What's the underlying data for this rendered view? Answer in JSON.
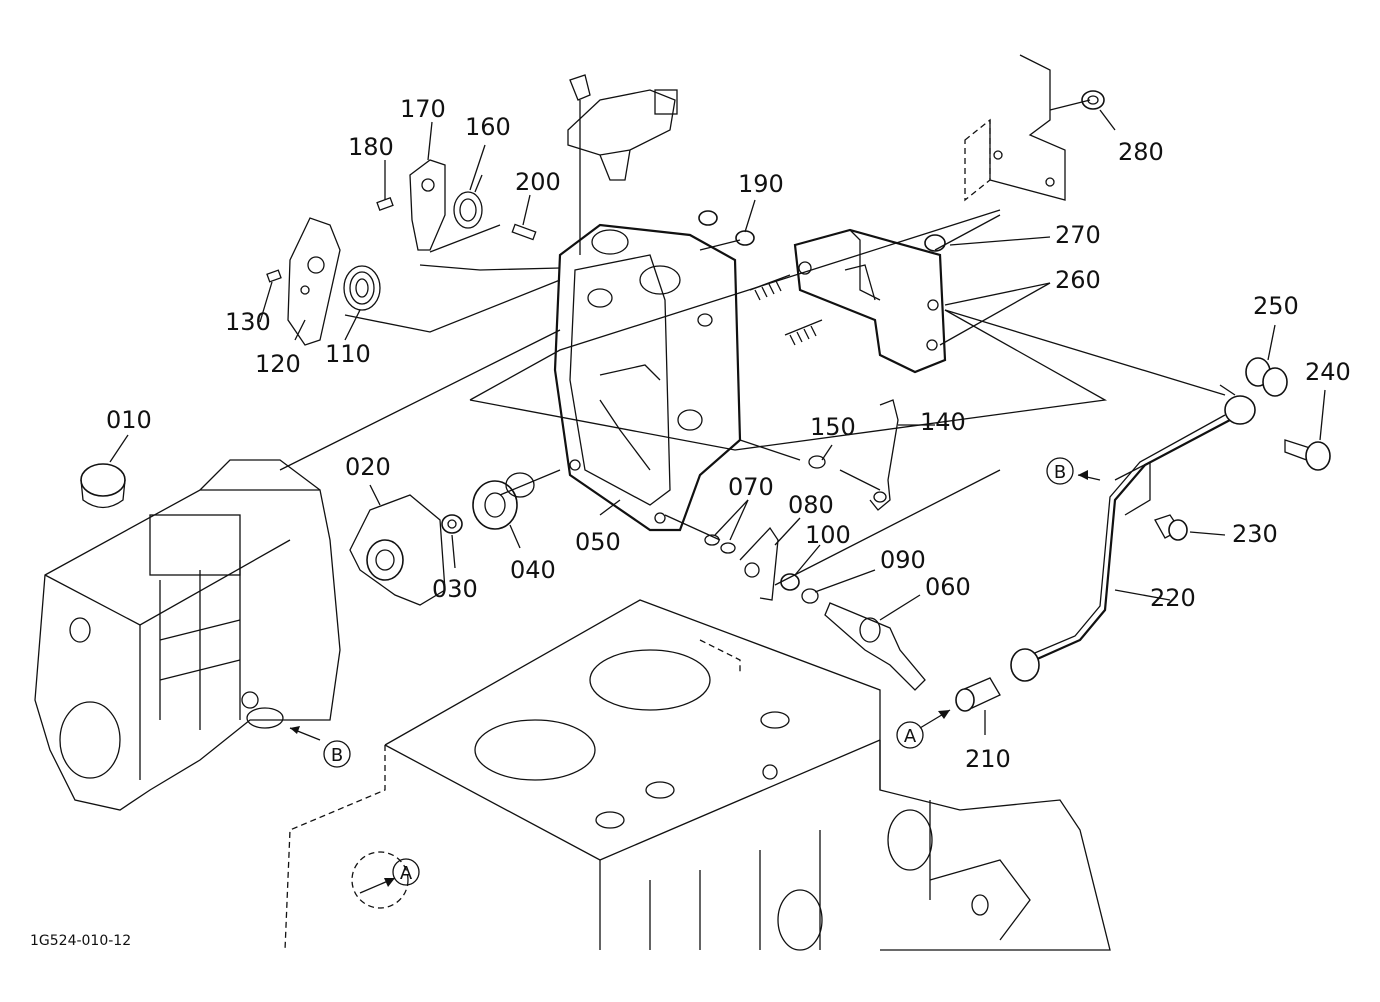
{
  "diagram_code": "1G524-010-12",
  "parts": [
    {
      "id": "p010",
      "label": "010"
    },
    {
      "id": "p020",
      "label": "020"
    },
    {
      "id": "p030",
      "label": "030"
    },
    {
      "id": "p040",
      "label": "040"
    },
    {
      "id": "p050",
      "label": "050"
    },
    {
      "id": "p060",
      "label": "060"
    },
    {
      "id": "p070",
      "label": "070"
    },
    {
      "id": "p080",
      "label": "080"
    },
    {
      "id": "p090",
      "label": "090"
    },
    {
      "id": "p100",
      "label": "100"
    },
    {
      "id": "p110",
      "label": "110"
    },
    {
      "id": "p120",
      "label": "120"
    },
    {
      "id": "p130",
      "label": "130"
    },
    {
      "id": "p140",
      "label": "140"
    },
    {
      "id": "p150",
      "label": "150"
    },
    {
      "id": "p160",
      "label": "160"
    },
    {
      "id": "p170",
      "label": "170"
    },
    {
      "id": "p180",
      "label": "180"
    },
    {
      "id": "p190",
      "label": "190"
    },
    {
      "id": "p200",
      "label": "200"
    },
    {
      "id": "p210",
      "label": "210"
    },
    {
      "id": "p220",
      "label": "220"
    },
    {
      "id": "p230",
      "label": "230"
    },
    {
      "id": "p240",
      "label": "240"
    },
    {
      "id": "p250",
      "label": "250"
    },
    {
      "id": "p260",
      "label": "260"
    },
    {
      "id": "p270",
      "label": "270"
    },
    {
      "id": "p280",
      "label": "280"
    }
  ],
  "refs": {
    "a": "A",
    "b": "B"
  }
}
